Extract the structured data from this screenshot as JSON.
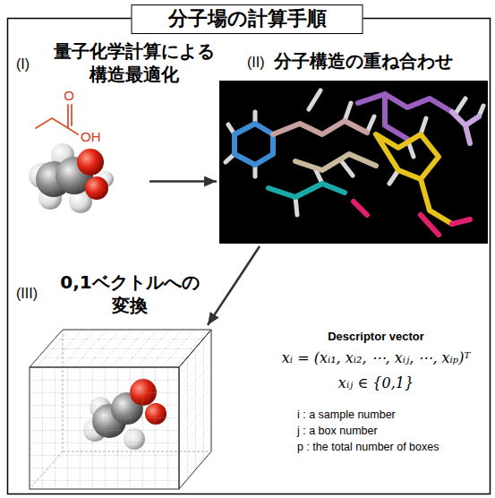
{
  "diagram": {
    "title": "分子場の計算手順",
    "nodes": [
      {
        "text": [
          "(I)",
          "量子化学計算による 構造最適化"
        ]
      },
      {
        "text": [
          "(II)",
          "分子構造の重ね合わせ"
        ]
      },
      {
        "text": [
          "(III)",
          "0,1ベクトルへの 変換"
        ]
      }
    ],
    "edges": [
      {
        "from": 0,
        "to": 1,
        "arrow": "to"
      },
      {
        "from": 1,
        "to": 2,
        "arrow": "to"
      }
    ],
    "labels": [
      "O",
      "OH",
      "Descriptor vector",
      "xᵢ = (xᵢ₁, xᵢ₂, ⋯, xᵢⱼ, ⋯, xᵢₚ)ᵀ",
      "xᵢⱼ ∈ {0,1}",
      "i : a sample number",
      "j : a box number",
      "p : the total number of boxes"
    ]
  }
}
